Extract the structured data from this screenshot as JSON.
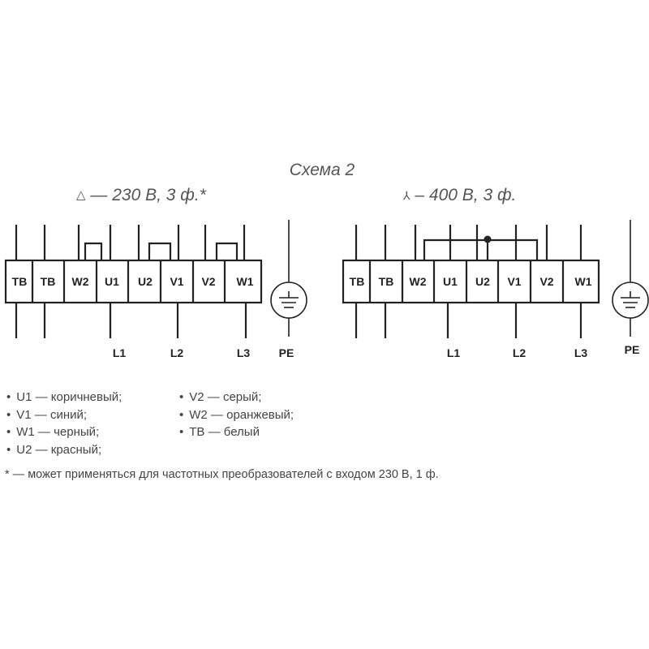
{
  "diagram": {
    "title": "Схема 2",
    "colors": {
      "line": "#222222",
      "text": "#444444",
      "title": "#555555",
      "background": "#ffffff"
    },
    "delta": {
      "symbol": "△",
      "label": "— 230 В, 3 ф.*",
      "connection": "delta",
      "terminals": [
        "ТВ",
        "ТВ",
        "W2",
        "U1",
        "U2",
        "V1",
        "V2",
        "W1"
      ],
      "jumpers": [
        [
          "W2",
          "U1"
        ],
        [
          "U2",
          "V1"
        ],
        [
          "V2",
          "W1"
        ]
      ],
      "supply_lines": [
        {
          "label": "L1",
          "terminal": "U1"
        },
        {
          "label": "L2",
          "terminal": "V1"
        },
        {
          "label": "L3",
          "terminal": "W1"
        }
      ],
      "ground": "PE"
    },
    "star": {
      "symbol": "⅄",
      "label": "– 400 В, 3 ф.",
      "connection": "star",
      "terminals": [
        "ТВ",
        "ТВ",
        "W2",
        "U1",
        "U2",
        "V1",
        "V2",
        "W1"
      ],
      "star_point": [
        "W2",
        "U2",
        "V2"
      ],
      "supply_lines": [
        {
          "label": "L1",
          "terminal": "U1"
        },
        {
          "label": "L2",
          "terminal": "V1"
        },
        {
          "label": "L3",
          "terminal": "W1"
        }
      ],
      "ground": "PE"
    }
  },
  "legend": {
    "column1": [
      "U1 — коричневый;",
      "V1 — синий;",
      "W1 — черный;",
      "U2 — красный;"
    ],
    "column2": [
      "V2 — серый;",
      "W2 — оранжевый;",
      "ТВ — белый"
    ]
  },
  "footnote": "* — может применяться для частотных преобразователей с входом 230 В, 1 ф."
}
